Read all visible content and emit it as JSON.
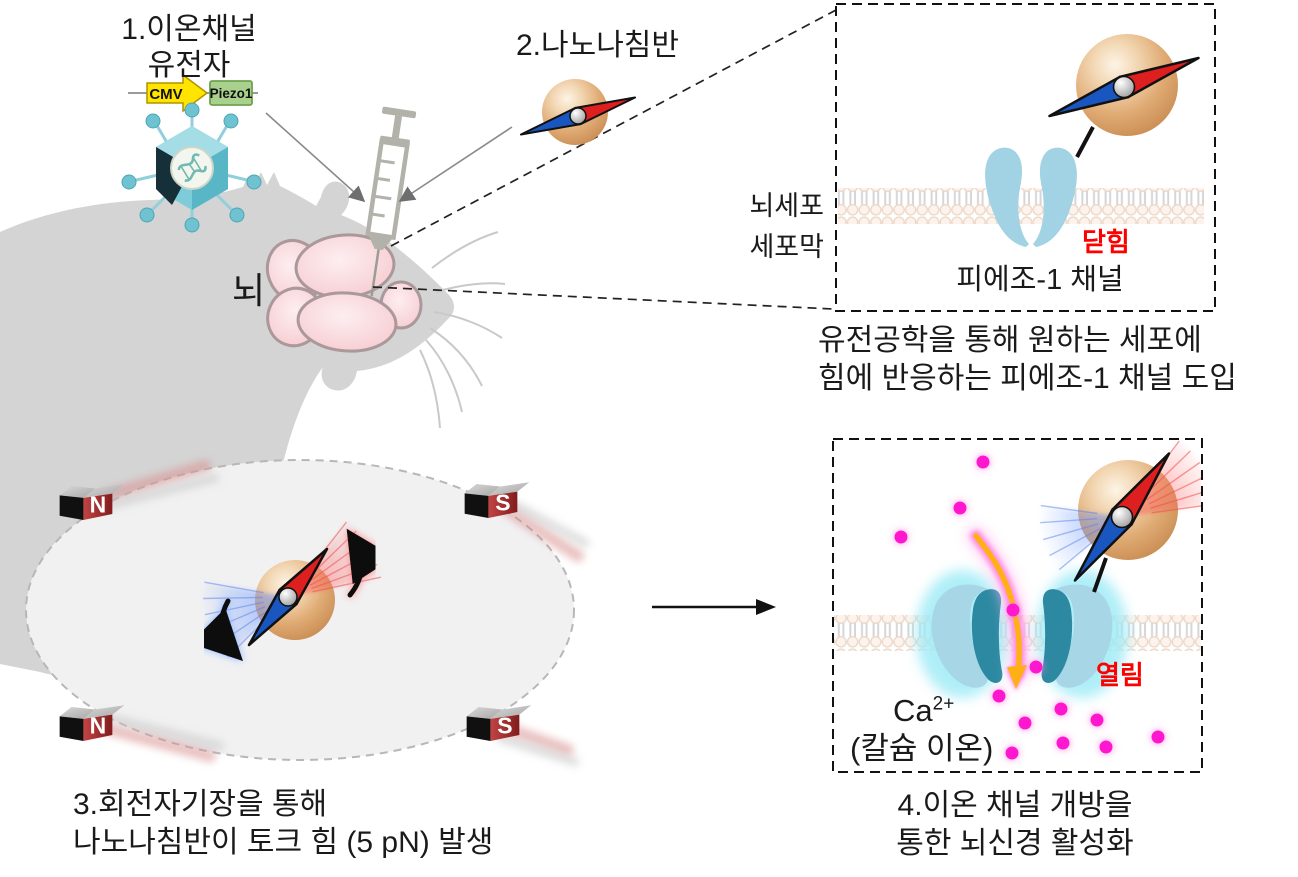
{
  "step1": {
    "title_line1": "1.이온채널",
    "title_line2": "유전자",
    "promoter_label": "CMV",
    "gene_label": "Piezo1",
    "brain_label": "뇌"
  },
  "step2": {
    "title": "2.나노나침반"
  },
  "detail_closed": {
    "cell_label_line1": "뇌세포",
    "cell_label_line2": "세포막",
    "state_label": "닫힘",
    "channel_label": "피에조-1 채널",
    "caption_line1": "유전공학을 통해 원하는 세포에",
    "caption_line2": "힘에 반응하는 피에조-1 채널 도입"
  },
  "step3": {
    "magnet_labels": [
      "N",
      "S",
      "N",
      "S"
    ],
    "caption_line1": "3.회전자기장을 통해",
    "caption_line2": "나노나침반이 토크 힘 (5 pN) 발생"
  },
  "step4": {
    "state_label": "열림",
    "ion_symbol": "Ca",
    "ion_charge": "2+",
    "ion_name": "(칼슘 이온)",
    "caption_line1": "4.이온 채널 개방을",
    "caption_line2": "통한 뇌신경 활성화"
  },
  "icons": [
    "mouse-silhouette",
    "brain",
    "syringe",
    "virus-particle",
    "nano-compass",
    "bar-magnet",
    "cell-membrane",
    "piezo1-channel",
    "calcium-ion"
  ],
  "colors": {
    "state_red": "#ff0000",
    "needle_red": "#de1f1f",
    "needle_blue": "#1a56c0",
    "channel_light_blue": "#a2d3e4",
    "channel_teal": "#2d89a2",
    "ion_magenta": "#ff17cf",
    "ion_flow_orange": "#ffb014",
    "sphere_tan": "#dba26c",
    "promoter_yellow": "#ffe400",
    "gene_green": "#a9d18e",
    "mouse_gray": "#d4d4d4",
    "brain_pink": "#f8d6da"
  }
}
